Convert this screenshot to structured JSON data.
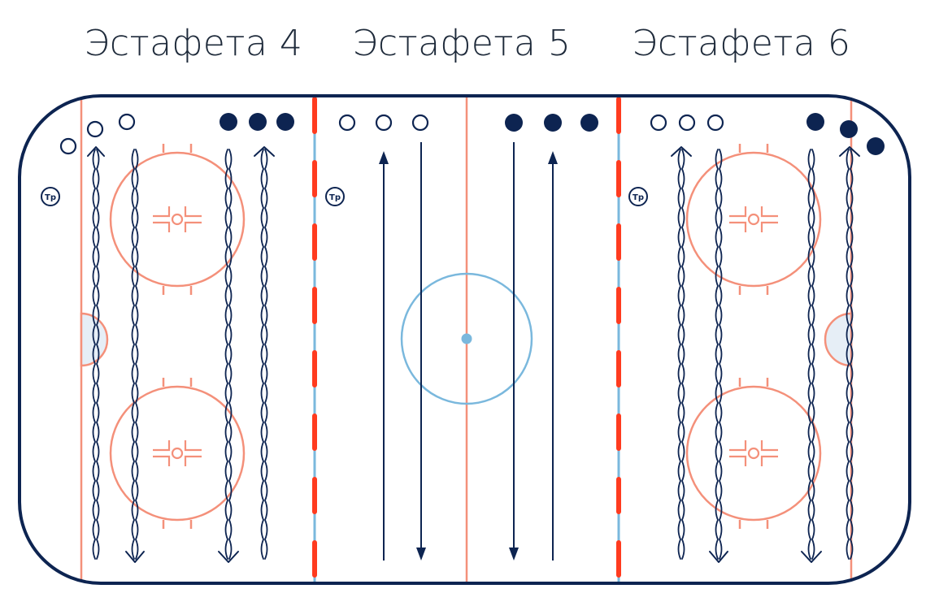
{
  "relays": [
    {
      "label": "Эстафета 4"
    },
    {
      "label": "Эстафета 5"
    },
    {
      "label": "Эстафета 6"
    }
  ],
  "coach_marker": "Тр",
  "colors": {
    "boards": "#0d2451",
    "red_line_dashed": "#ff3b1f",
    "blue_line": "#7ab8dd",
    "center_line": "#f4907a",
    "faceoff_circle": "#f4907a",
    "center_circle": "#7ab8dd",
    "crease_fill": "#e6eef6",
    "player_dark": "#0d2451",
    "path_color": "#0d2451"
  },
  "icons": {
    "player_attack": "filled-circle-icon",
    "player_defense": "open-circle-icon",
    "direction_arrow": "chevron-icon",
    "pass_path": "weave-path-icon"
  }
}
